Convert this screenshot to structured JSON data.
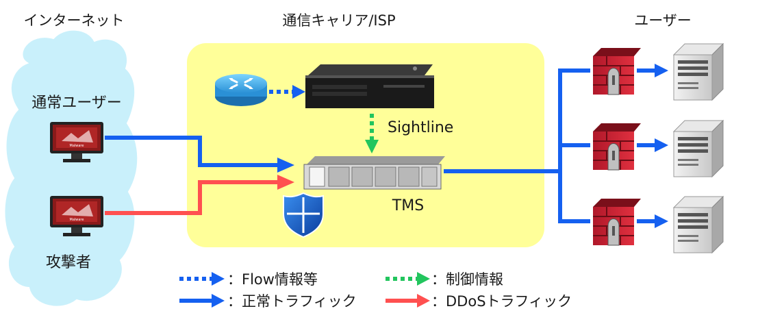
{
  "sections": {
    "internet": "インターネット",
    "carrier": "通信キャリア/ISP",
    "users": "ユーザー"
  },
  "nodes": {
    "normal_user": "通常ユーザー",
    "attacker": "攻撃者",
    "sightline": "Sightline",
    "tms": "TMS",
    "pc_screen_text": "Malware"
  },
  "legend": {
    "flow_info": "：Flow情報等",
    "control_info": "：制御情報",
    "normal_traffic": "：正常トラフィック",
    "ddos_traffic": "：DDoSトラフィック"
  },
  "colors": {
    "normal": "#1560f0",
    "ddos": "#ff5050",
    "control": "#22c55e",
    "cloud": "#c9f0fb",
    "carrier_box": "#ffff99"
  }
}
